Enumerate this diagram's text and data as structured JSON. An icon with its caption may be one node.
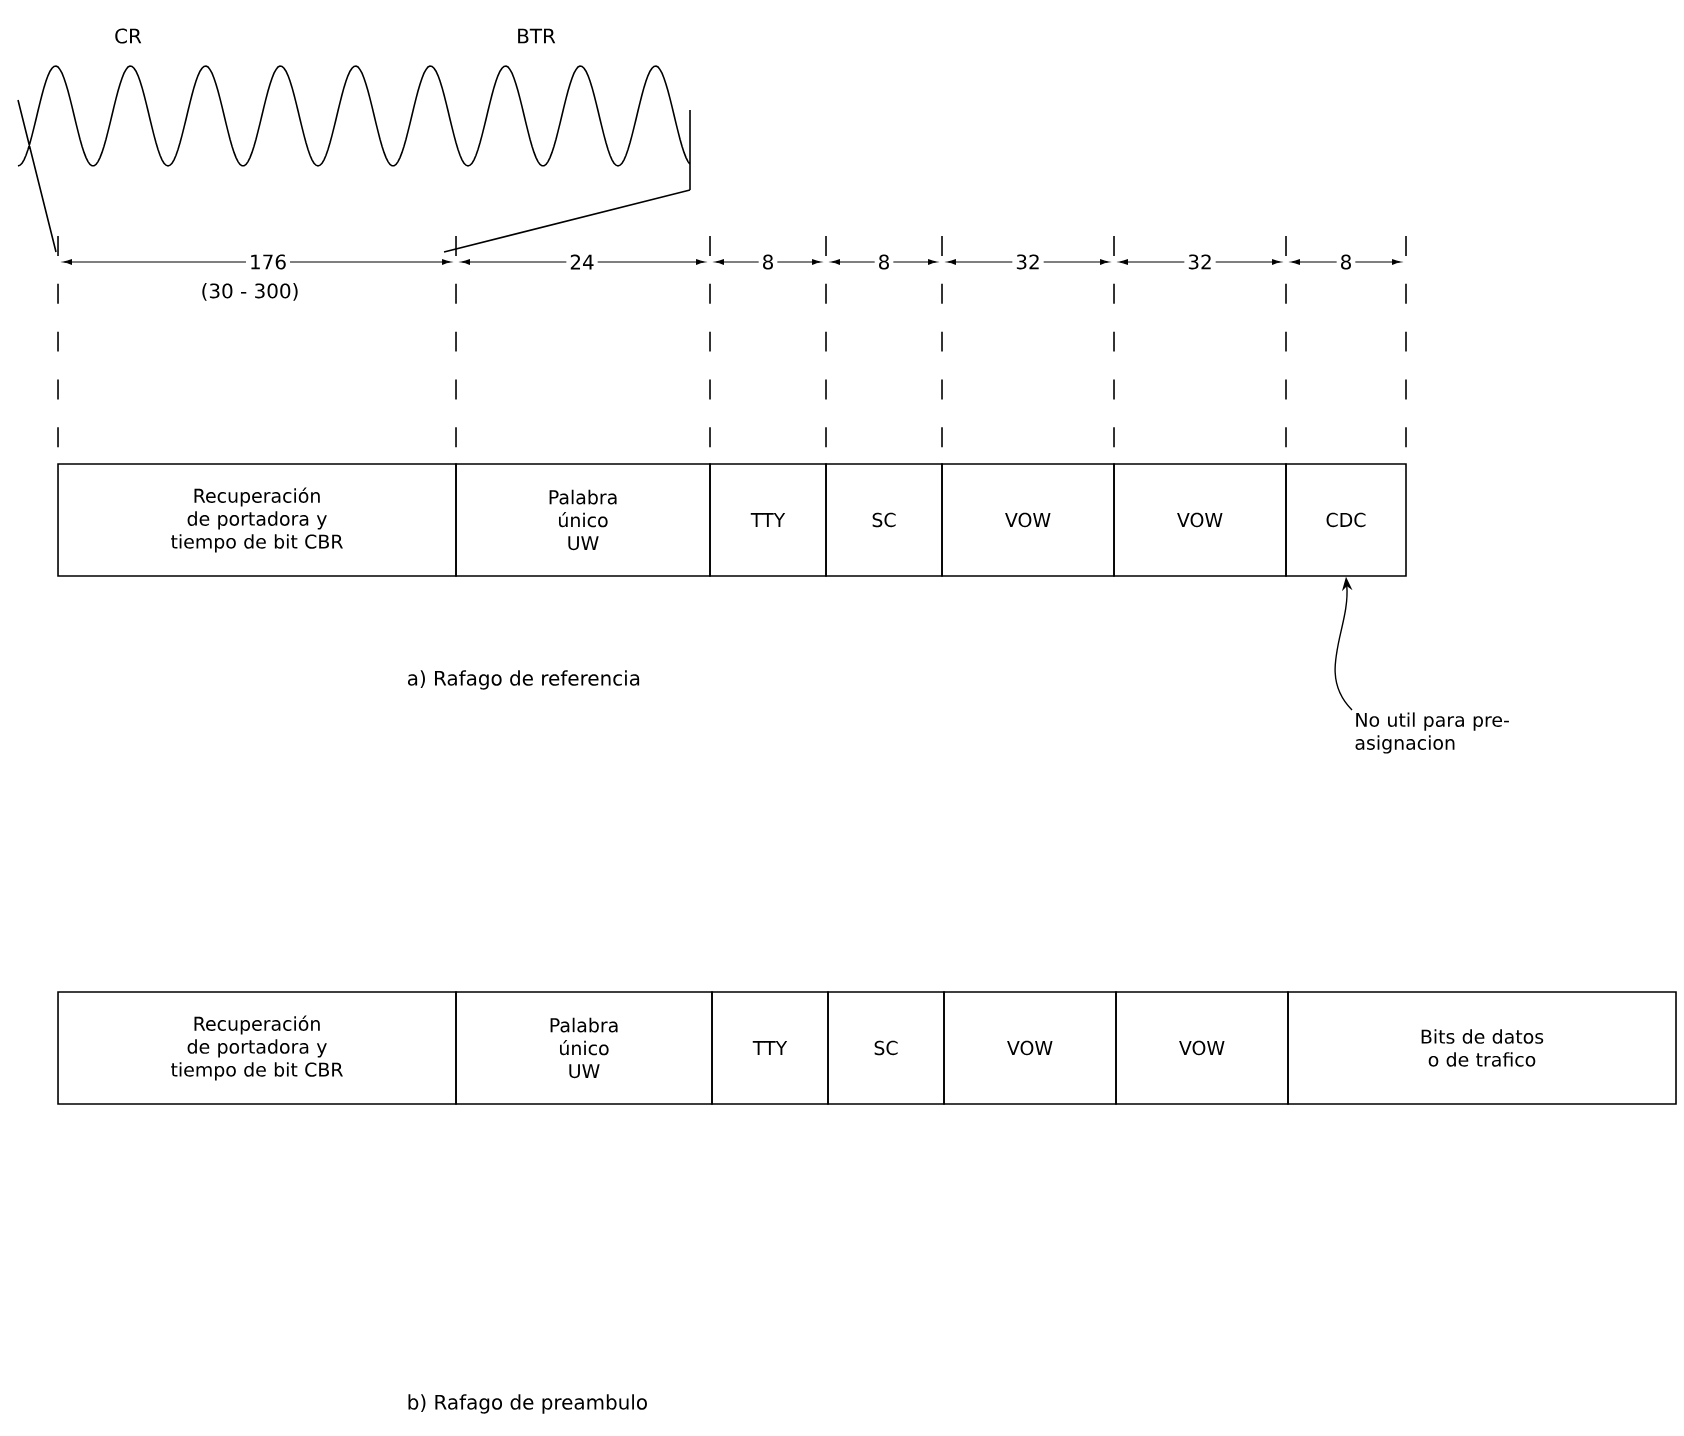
{
  "diagram": {
    "nodes": [
      {
        "text": [
          "Recuperación de portadora y tiempo de bit CBR"
        ]
      },
      {
        "text": [
          "Palabra único UW"
        ]
      },
      {
        "text": [
          "TTY"
        ]
      },
      {
        "text": [
          "SC"
        ]
      },
      {
        "text": [
          "VOW"
        ]
      },
      {
        "text": [
          "VOW"
        ]
      },
      {
        "text": [
          "CDC"
        ]
      },
      {
        "text": [
          "No util para pre-asignacion"
        ]
      },
      {
        "text": [
          "Recuperación de portadora y tiempo de bit CBR"
        ]
      },
      {
        "text": [
          "Palabra único UW"
        ]
      },
      {
        "text": [
          "TTY"
        ]
      },
      {
        "text": [
          "SC"
        ]
      },
      {
        "text": [
          "VOW"
        ]
      },
      {
        "text": [
          "VOW"
        ]
      },
      {
        "text": [
          "Bits de datos o de trafico"
        ]
      }
    ],
    "edges": [
      {
        "from": 7,
        "to": 6,
        "arrow": "to"
      }
    ],
    "labels": [
      "CR",
      "BTR",
      "176",
      "(30 - 300)",
      "24",
      "8",
      "8",
      "32",
      "32",
      "8",
      "a) Rafago de referencia",
      "b) Rafago de preambulo"
    ]
  }
}
